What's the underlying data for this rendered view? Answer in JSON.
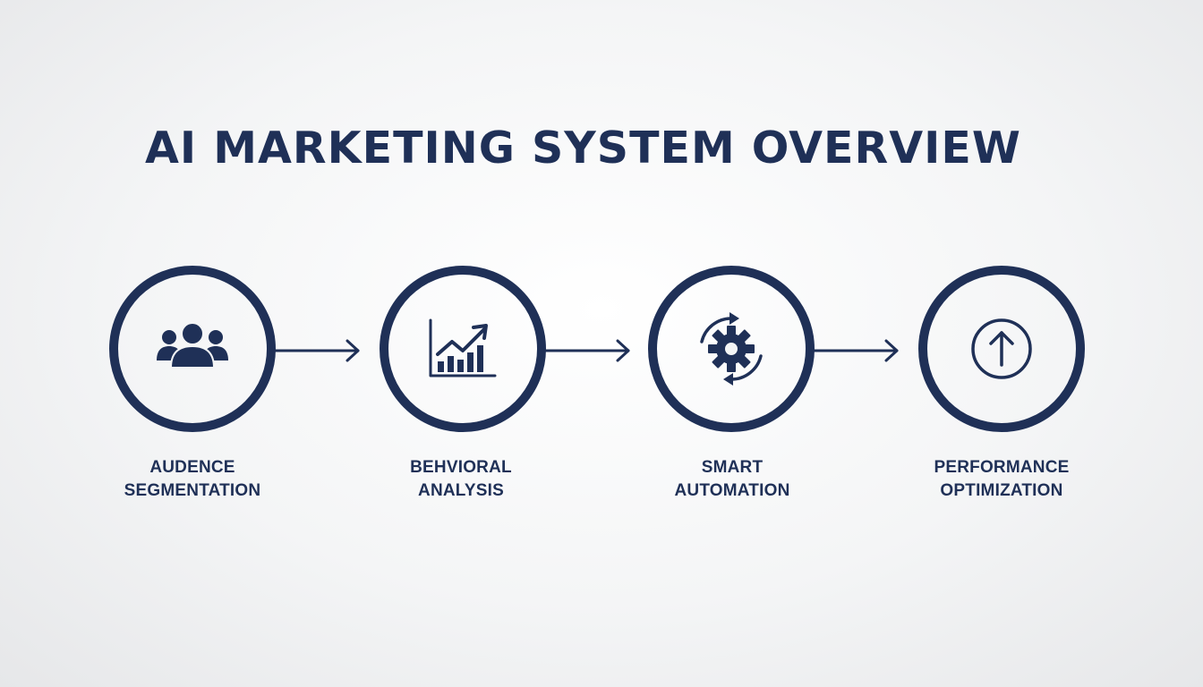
{
  "title": "AI MARKETING SYSTEM OVERVIEW",
  "colors": {
    "primary": "#1f3057",
    "background": "#f2f3f4"
  },
  "steps": [
    {
      "icon": "users-icon",
      "label_line1": "AUDENCE",
      "label_line2": "SEGMENTATION"
    },
    {
      "icon": "trending-chart-icon",
      "label_line1": "BEHVIORAL",
      "label_line2": "ANALYSIS"
    },
    {
      "icon": "gear-cycle-icon",
      "label_line1": "SMART",
      "label_line2": "AUTOMATION"
    },
    {
      "icon": "arrow-up-circle-icon",
      "label_line1": "PERFORMANCE",
      "label_line2": "OPTIMIZATION"
    }
  ]
}
